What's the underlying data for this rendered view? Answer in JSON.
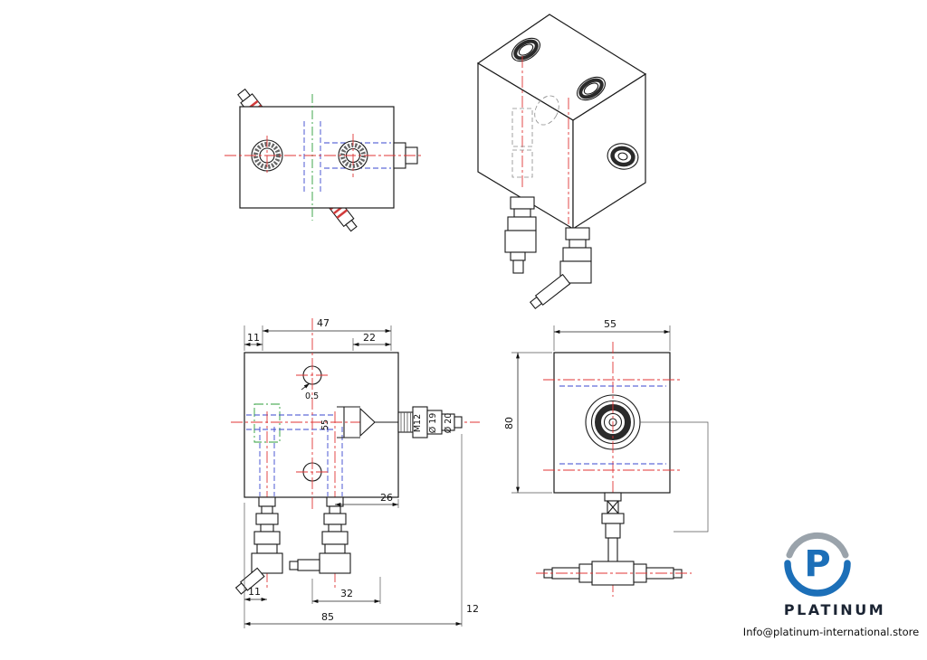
{
  "watermark": {
    "brand": "PLATINUM",
    "email": "Info@platinum-international.store",
    "logo_letter": "P"
  },
  "front_view": {
    "dim_width_top": "47",
    "dim_right_offset_top": "22",
    "dim_left_offset_top": "11",
    "dim_small_offset": "0.5",
    "dim_bore_depth": "55",
    "dim_port_to_edge": "26",
    "dim_left_offset_bottom": "11",
    "dim_port_spacing": "32",
    "dim_overall_width": "85",
    "dim_fitting_length": "12",
    "label_thread": "M12",
    "label_dia_19": "Ø 19",
    "label_dia_20": "Ø 20"
  },
  "side_view": {
    "dim_width": "55",
    "dim_height": "80"
  },
  "colors": {
    "line": "#1a1a1a",
    "centerline_red": "#e03535",
    "centerline_green": "#2d9e3a",
    "hidden_blue": "#3a47cf",
    "logo_blue": "#1c6fb8",
    "logo_gray": "#9aa3ab",
    "brand_navy": "#1b2433",
    "background": "#ffffff"
  }
}
